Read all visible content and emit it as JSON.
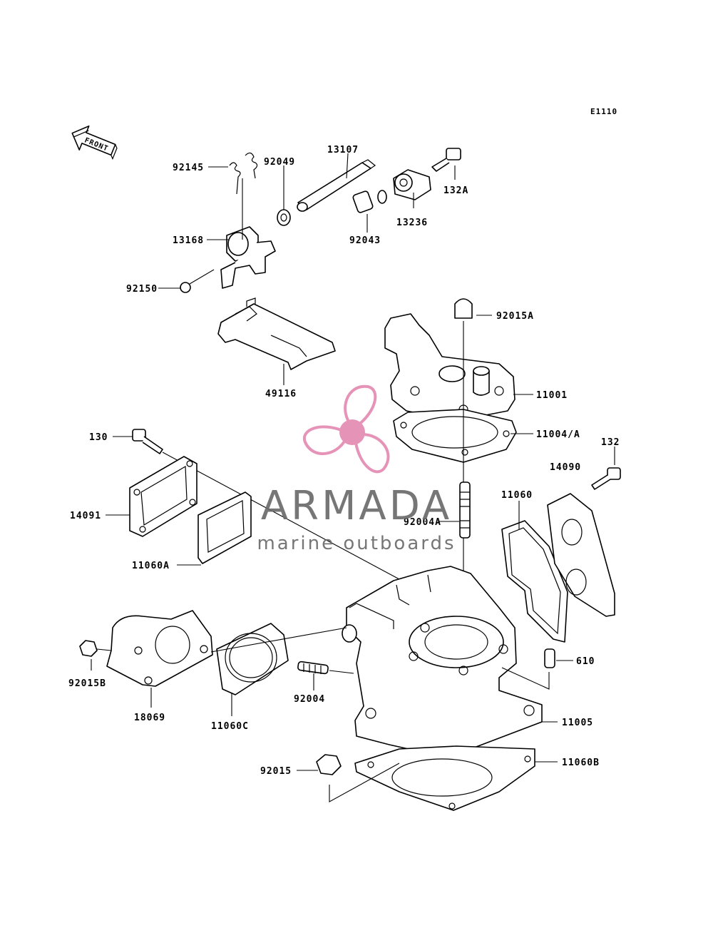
{
  "diagram_code": "E1110",
  "front_label": "FRONT",
  "watermark": {
    "brand": "ARMADA",
    "tagline": "marine outboards",
    "brand_color": "#6b6b6b",
    "logo_color": "#e48ab3"
  },
  "parts": {
    "p92145": "92145",
    "p13107": "13107",
    "p92049": "92049",
    "p132A": "132A",
    "p13236": "13236",
    "p92043": "92043",
    "p13168": "13168",
    "p92150": "92150",
    "p92015A": "92015A",
    "p11001": "11001",
    "p49116": "49116",
    "p11004A": "11004/A",
    "p130": "130",
    "p132": "132",
    "p14090": "14090",
    "p11060": "11060",
    "p92004A": "92004A",
    "p14091": "14091",
    "p11060A": "11060A",
    "p610": "610",
    "p92015B": "92015B",
    "p92004": "92004",
    "p11005": "11005",
    "p18069": "18069",
    "p11060C": "11060C",
    "p92015": "92015",
    "p11060B": "11060B"
  }
}
